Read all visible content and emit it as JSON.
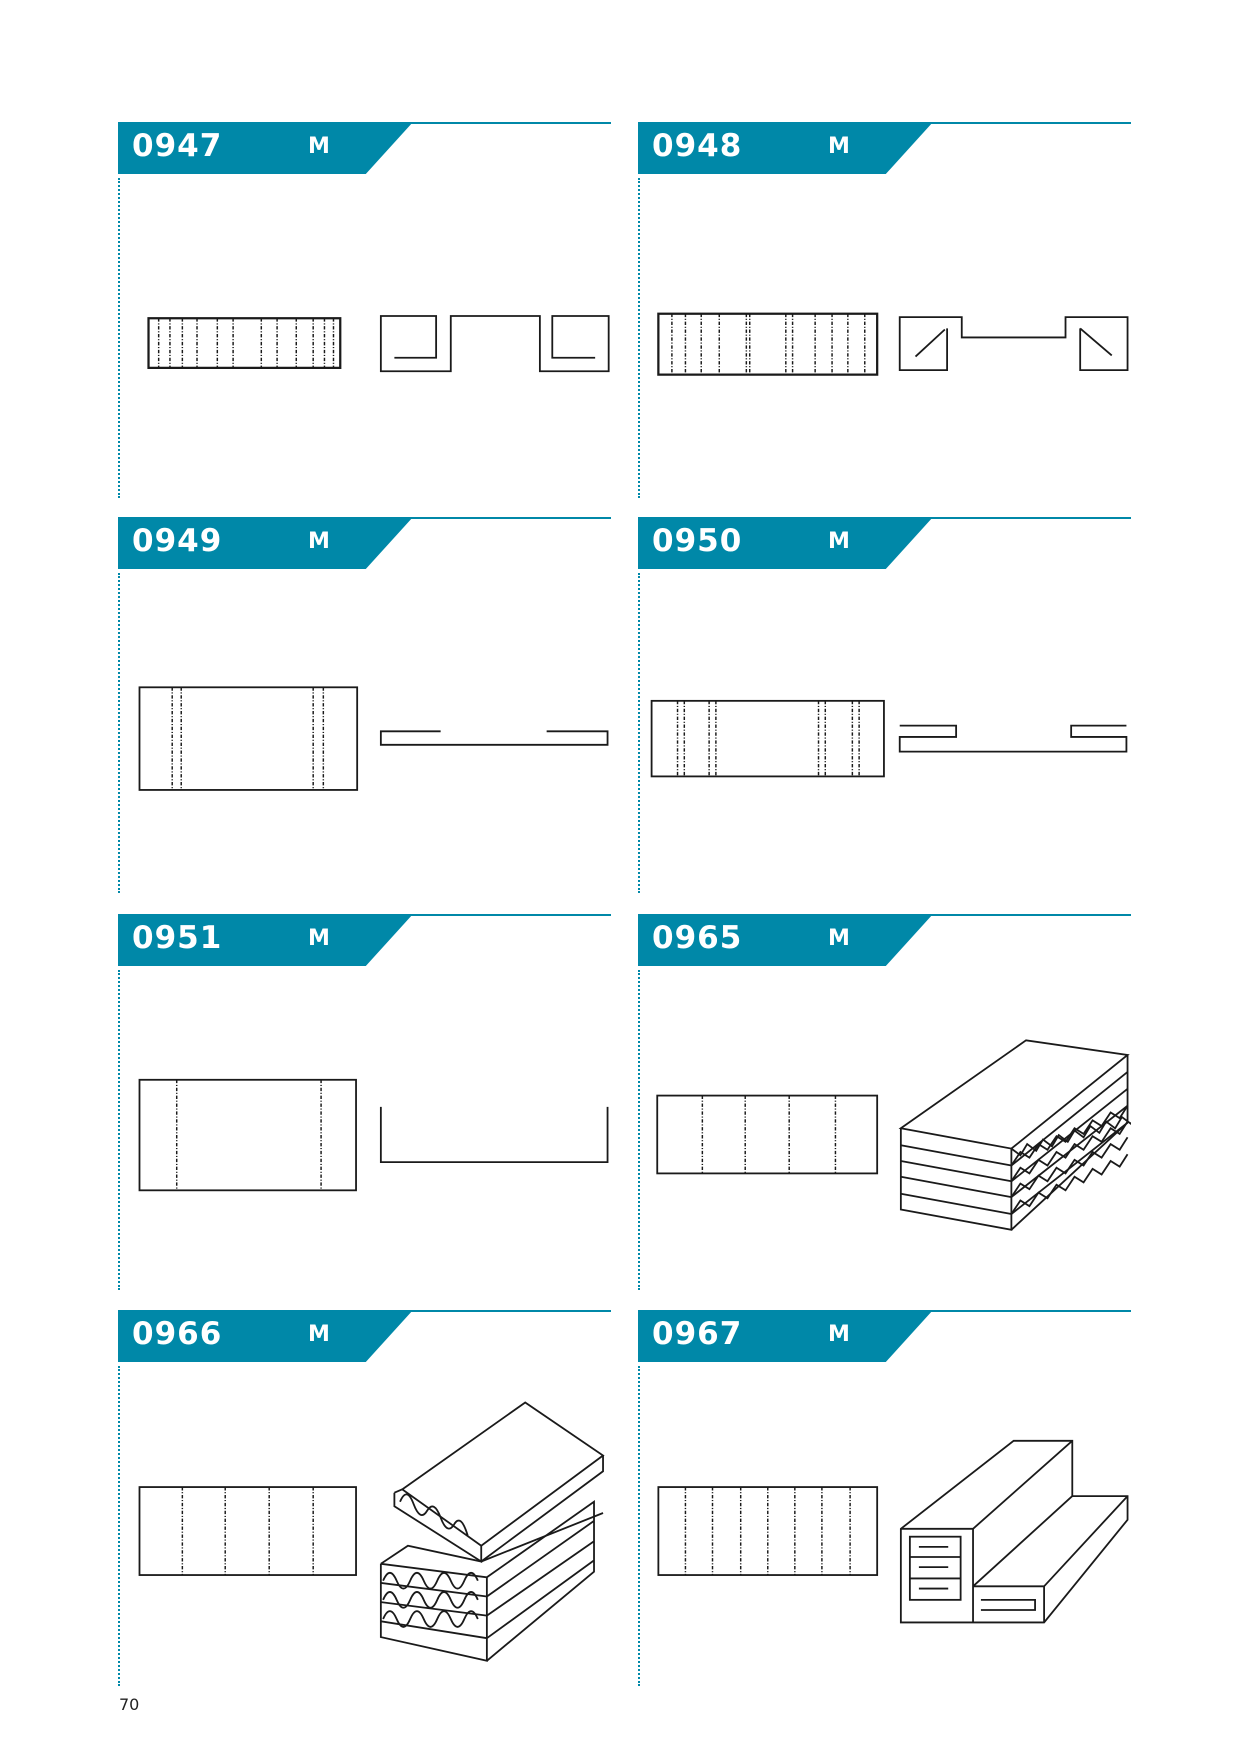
{
  "accent_color": "#0088a8",
  "items": [
    {
      "code": "0947",
      "grade": "M"
    },
    {
      "code": "0948",
      "grade": "M"
    },
    {
      "code": "0949",
      "grade": "M"
    },
    {
      "code": "0950",
      "grade": "M"
    },
    {
      "code": "0951",
      "grade": "M"
    },
    {
      "code": "0965",
      "grade": "M"
    },
    {
      "code": "0966",
      "grade": "M"
    },
    {
      "code": "0967",
      "grade": "M"
    }
  ],
  "page_number": "70"
}
